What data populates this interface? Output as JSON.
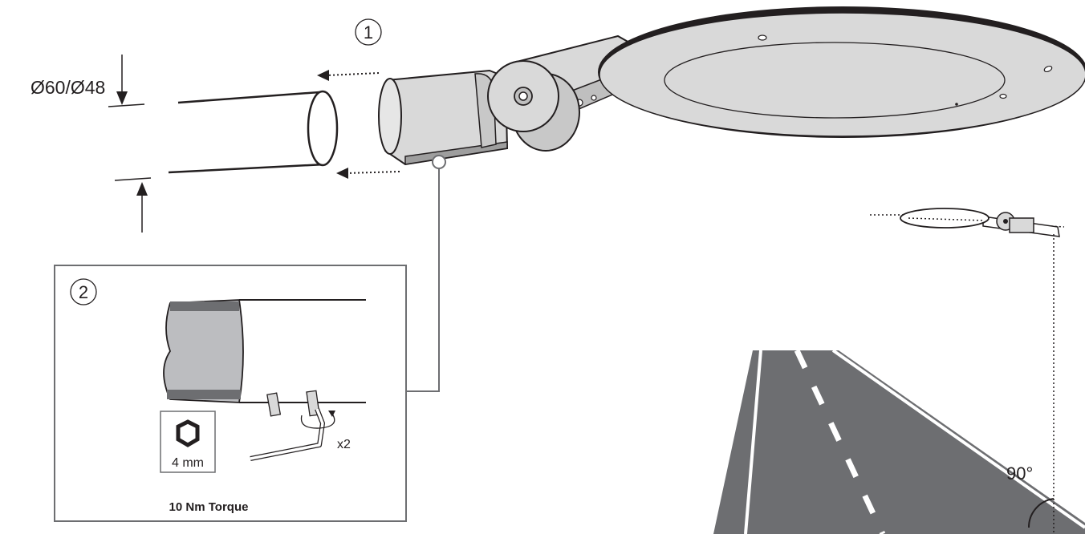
{
  "labels": {
    "step1": "1",
    "step2": "2",
    "diameter": "Ø60/Ø48",
    "hex_size": "4 mm",
    "quantity": "x2",
    "torque": "10 Nm Torque",
    "angle": "90°"
  },
  "icons": [
    "step-number-circle",
    "hex-key-icon",
    "rotation-arrow-icon",
    "allen-key-icon",
    "set-screw-icon"
  ],
  "colors": {
    "line": "#231f20",
    "luminaire_fill": "#d9d9d9",
    "luminaire_shade": "#bfbfbf",
    "road": "#6d6e71",
    "road_marking": "#ffffff",
    "box_border": "#6d6e71"
  }
}
